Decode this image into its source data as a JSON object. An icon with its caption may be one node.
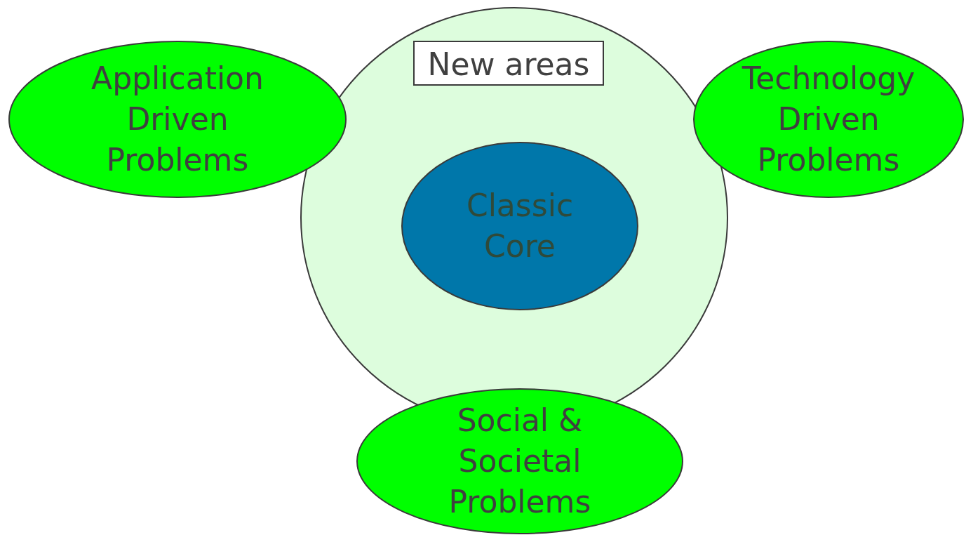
{
  "diagram": {
    "nodes": [
      {
        "text": [
          "New areas"
        ]
      },
      {
        "text": [
          "Classic Core"
        ],
        "in": 0
      },
      {
        "text": [
          "Application Driven Problems"
        ]
      },
      {
        "text": [
          "Technology Driven Problems"
        ]
      },
      {
        "text": [
          "Social & Societal Problems"
        ]
      }
    ],
    "edges": []
  }
}
